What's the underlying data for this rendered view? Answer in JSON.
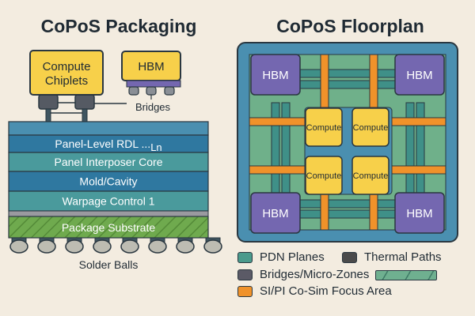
{
  "left_panel": {
    "title": "CoPoS Packaging",
    "chips": {
      "compute_line1": "Compute",
      "compute_line2": "Chiplets",
      "hbm": "HBM",
      "bridges_label": "Bridges"
    },
    "layers": [
      {
        "label": "",
        "color": "#4a8fb0"
      },
      {
        "label": "Panel-Level RDL ...",
        "subscript": "Ln",
        "color": "#2f78a0"
      },
      {
        "label": "Panel Interposer Core",
        "color": "#4a9a9c"
      },
      {
        "label": "Mold/Cavity",
        "color": "#2f78a0"
      },
      {
        "label": "Warpage Control 1",
        "color": "#4a9a9c"
      }
    ],
    "substrate_label": "Package Substrate",
    "solder_balls_label": "Solder Balls"
  },
  "right_panel": {
    "title": "CoPoS Floorplan",
    "hbm_labels": [
      "HBM",
      "HBM",
      "HBM",
      "HBM"
    ],
    "compute_labels": [
      "Compute",
      "Compute",
      "Compute",
      "Compute"
    ],
    "legend": [
      {
        "label": "PDN Planes",
        "color": "#4a9a8c"
      },
      {
        "label": "Thermal Paths",
        "color": "#4a4a4a"
      },
      {
        "label": "Bridges/Micro-Zones",
        "color": "#5b5a66"
      },
      {
        "label": "",
        "color": "#6fb090",
        "hatched": true
      },
      {
        "label": "SI/PI Co-Sim Focus Area",
        "color": "#f0922a"
      }
    ]
  },
  "colors": {
    "background": "#f3ece0",
    "yellow": "#f7d04a",
    "purple": "#7467b0",
    "blue": "#4a8fb0",
    "green": "#6fb08a",
    "teal": "#3f9088",
    "orange": "#f0922a",
    "substrate_green": "#6faa4e",
    "gray": "#9a9aa0"
  }
}
